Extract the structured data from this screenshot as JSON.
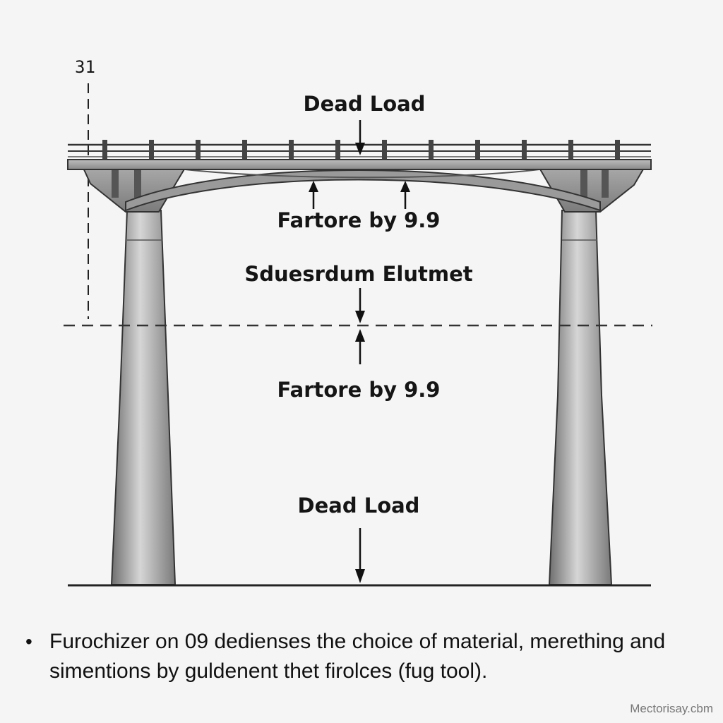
{
  "diagram": {
    "corner_number": "31",
    "labels": {
      "dead_load_top": "Dead Load",
      "factor_upper": "Fartore by 9.9",
      "middle": "Sduesrdum Elutmet",
      "factor_lower": "Fartore by 9.9",
      "dead_load_bottom": "Dead Load"
    }
  },
  "caption": {
    "bullet": "•",
    "text": "Furochizer on 09 dedienses the choice of material, merething and simentions by guldenent thet firolces (fug tool)."
  },
  "watermark": "Mectorisay.cbm"
}
